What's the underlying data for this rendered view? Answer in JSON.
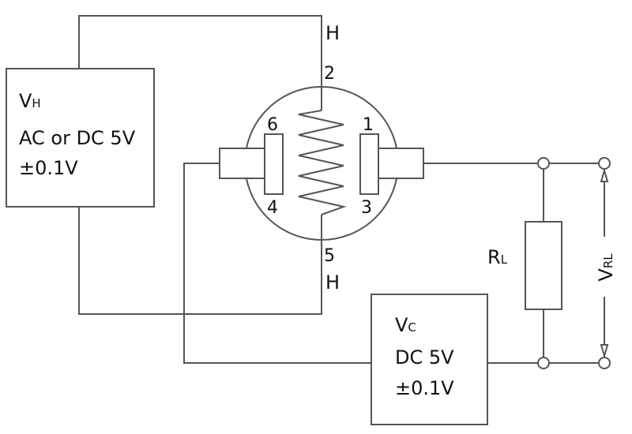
{
  "vh_box": {
    "symbol": "V",
    "subscript": "H",
    "line2": "AC or DC 5V",
    "line3": "±0.1V"
  },
  "vc_box": {
    "symbol": "V",
    "subscript": "C",
    "line2": "DC 5V",
    "line3": "±0.1V"
  },
  "heater_labels": {
    "top": "H",
    "bottom": "H"
  },
  "pins": {
    "p2": "2",
    "p6": "6",
    "p1": "1",
    "p4": "4",
    "p3": "3",
    "p5": "5"
  },
  "load_resistor": {
    "symbol": "R",
    "subscript": "L"
  },
  "output_voltage": {
    "symbol": "V",
    "subscript": "RL"
  }
}
